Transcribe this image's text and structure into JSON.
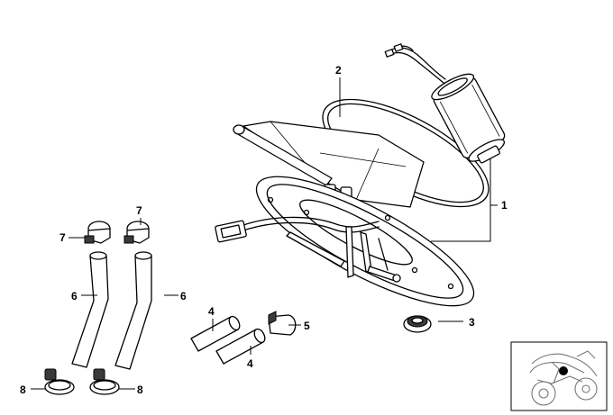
{
  "diagram": {
    "callouts": {
      "c1": "1",
      "c2": "2",
      "c3": "3",
      "c4a": "4",
      "c4b": "4",
      "c5": "5",
      "c6a": "6",
      "c6b": "6",
      "c7a": "7",
      "c7b": "7",
      "c8a": "8",
      "c8b": "8"
    },
    "inset_icon": "motorcycle-locator-icon"
  }
}
